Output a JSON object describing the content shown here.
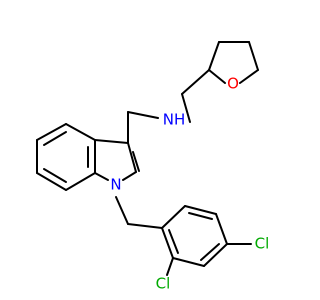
{
  "molecule": {
    "atom_labels": {
      "nh": "NH",
      "n_ring": "N",
      "o_ring": "O",
      "cl_ortho": "Cl",
      "cl_para": "Cl"
    },
    "colors": {
      "bond": "#000000",
      "nitrogen": "#0000ff",
      "oxygen": "#ff0000",
      "chlorine": "#00aa00"
    }
  }
}
